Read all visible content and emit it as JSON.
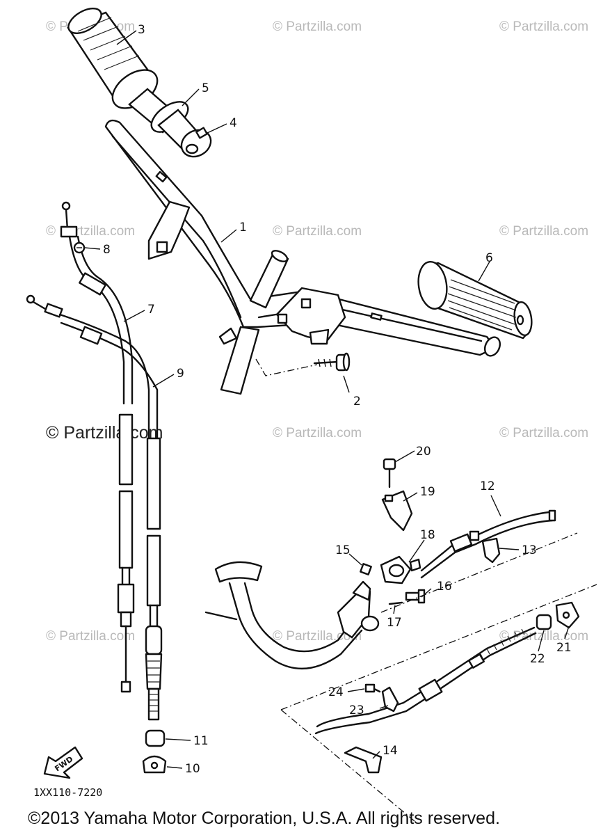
{
  "watermark": "© Partzilla.com",
  "watermark_main": "© Partzilla.com",
  "part_callouts": [
    "1",
    "2",
    "3",
    "4",
    "5",
    "6",
    "7",
    "8",
    "9",
    "10",
    "11",
    "12",
    "13",
    "14",
    "15",
    "16",
    "17",
    "18",
    "19",
    "20",
    "21",
    "22",
    "23",
    "24"
  ],
  "front_arrow_label": "FWD",
  "diagram_code": "1XX110-7220",
  "copyright": "©2013  Yamaha Motor Corporation, U.S.A. All rights reserved."
}
